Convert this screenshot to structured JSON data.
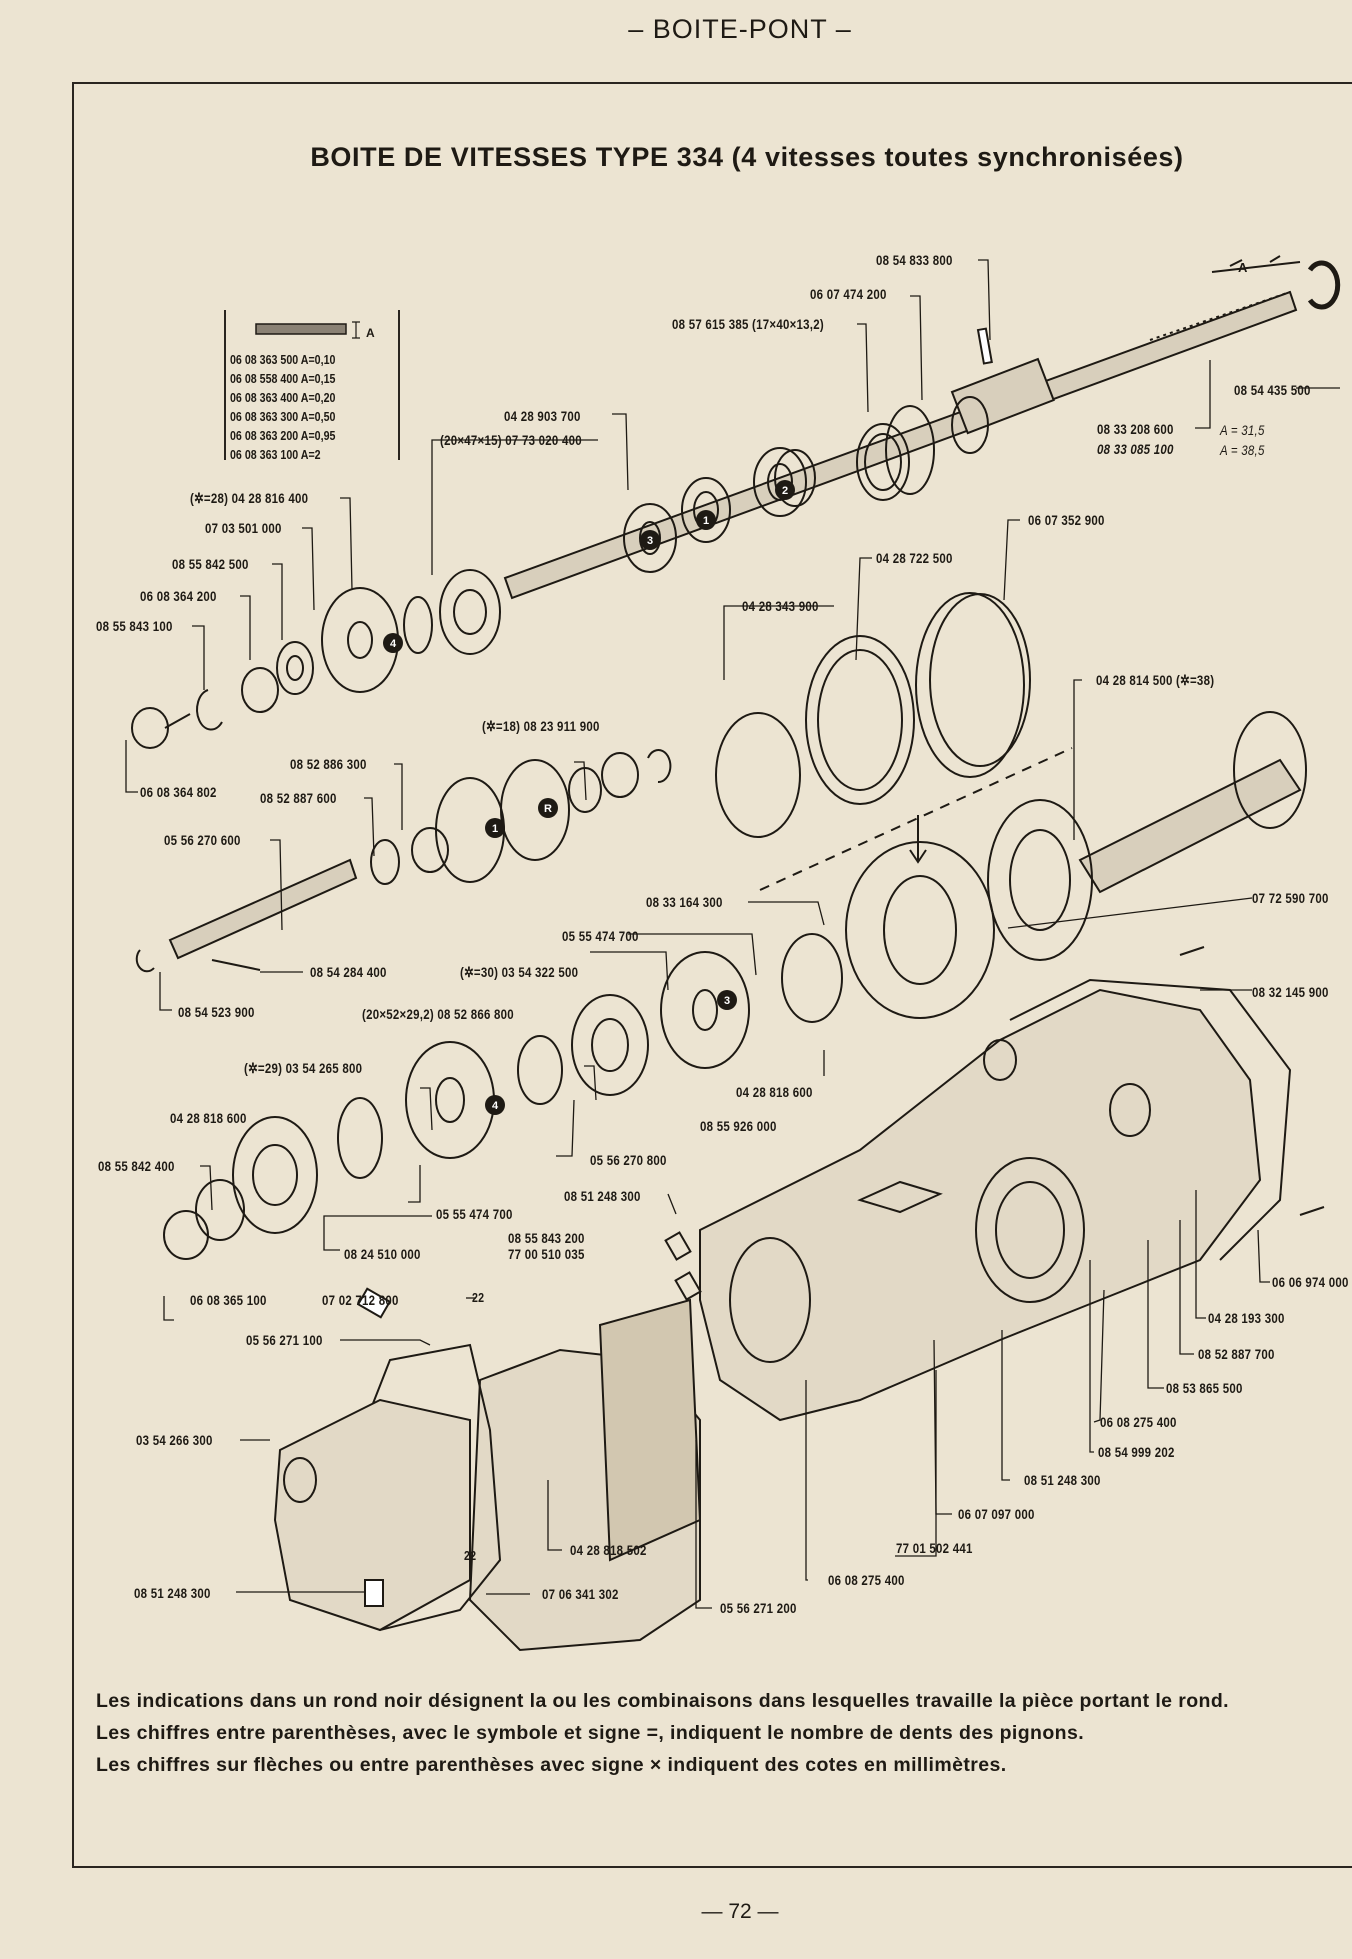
{
  "header": "– BOITE-PONT –",
  "title": "BOITE DE VITESSES TYPE 334 (4 vitesses toutes synchronisées)",
  "shim_table": {
    "header": "A",
    "rows": [
      {
        "ref": "06 08 363 500",
        "value": "A=0,10"
      },
      {
        "ref": "06 08 558 400",
        "value": "A=0,15"
      },
      {
        "ref": "06 08 363 400",
        "value": "A=0,20"
      },
      {
        "ref": "06 08 363 300",
        "value": "A=0,50"
      },
      {
        "ref": "06 08 363 200",
        "value": "A=0,95"
      },
      {
        "ref": "06 08 363 100",
        "value": "A=2"
      }
    ]
  },
  "labels": [
    {
      "text": "08 54 833 800"
    },
    {
      "text": "06 07 474 200"
    },
    {
      "text": "08 57 615 385 (17×40×13,2)"
    },
    {
      "text": "08 54 435 500"
    },
    {
      "text": "08 33 208 600"
    },
    {
      "text": "08 33 085 100"
    },
    {
      "text": "A = 31,5"
    },
    {
      "text": "A = 38,5"
    },
    {
      "text": "04 28 903 700"
    },
    {
      "text": "(20×47×15) 07 73 020 400"
    },
    {
      "text": "(✲=28) 04 28 816 400"
    },
    {
      "text": "07 03 501 000"
    },
    {
      "text": "08 55 842 500"
    },
    {
      "text": "06 08 364 200"
    },
    {
      "text": "08 55 843 100"
    },
    {
      "text": "06 08 364 802"
    },
    {
      "text": "06 07 352 900"
    },
    {
      "text": "04 28 722 500"
    },
    {
      "text": "04 28 343 900"
    },
    {
      "text": "04 28 814 500 (✲=38)"
    },
    {
      "text": "(✲=18) 08 23 911 900"
    },
    {
      "text": "08 52 886 300"
    },
    {
      "text": "08 52 887 600"
    },
    {
      "text": "05 56 270 600"
    },
    {
      "text": "08 54 284 400"
    },
    {
      "text": "08 54 523 900"
    },
    {
      "text": "08 33 164 300"
    },
    {
      "text": "05 55 474 700"
    },
    {
      "text": "(✲=30) 03 54 322 500"
    },
    {
      "text": "(20×52×29,2) 08 52 866 800"
    },
    {
      "text": "04 28 818 600"
    },
    {
      "text": "08 55 926 000"
    },
    {
      "text": "07 72 590 700"
    },
    {
      "text": "08 32 145 900"
    },
    {
      "text": "(✲=29) 03 54 265 800"
    },
    {
      "text": "04 28 818 600"
    },
    {
      "text": "08 55 842 400"
    },
    {
      "text": "05 56 270 800"
    },
    {
      "text": "05 55 474 700"
    },
    {
      "text": "08 24 510 000"
    },
    {
      "text": "06 08 365 100"
    },
    {
      "text": "08 51 248 300"
    },
    {
      "text": "08 55 843 200"
    },
    {
      "text": "77 00 510 035"
    },
    {
      "text": "07 02 712 800"
    },
    {
      "text": "05 56 271 100"
    },
    {
      "text": "03 54 266 300"
    },
    {
      "text": "08 51 248 300"
    },
    {
      "text": "07 06 341 302"
    },
    {
      "text": "04 28 818 502"
    },
    {
      "text": "05 56 271 200"
    },
    {
      "text": "06 08 275 400"
    },
    {
      "text": "77 01 502 441"
    },
    {
      "text": "06 07 097 000"
    },
    {
      "text": "08 51 248 300"
    },
    {
      "text": "08 54 999 202"
    },
    {
      "text": "06 08 275 400"
    },
    {
      "text": "08 53 865 500"
    },
    {
      "text": "08 52 887 700"
    },
    {
      "text": "04 28 193 300"
    },
    {
      "text": "06 06 974 000"
    }
  ],
  "dimension_22a": "22",
  "dimension_22b": "22",
  "gear_markers": [
    "4",
    "3",
    "1",
    "2",
    "1",
    "R",
    "3",
    "4"
  ],
  "notes": [
    "Les indications dans un rond noir désignent la ou les combinaisons dans lesquelles travaille la pièce portant le rond.",
    "Les chiffres entre parenthèses, avec le symbole et signe =, indiquent le nombre de dents des pignons.",
    "Les chiffres sur flèches ou entre parenthèses avec signe × indiquent des cotes en millimètres."
  ],
  "page_number": "— 72 —"
}
